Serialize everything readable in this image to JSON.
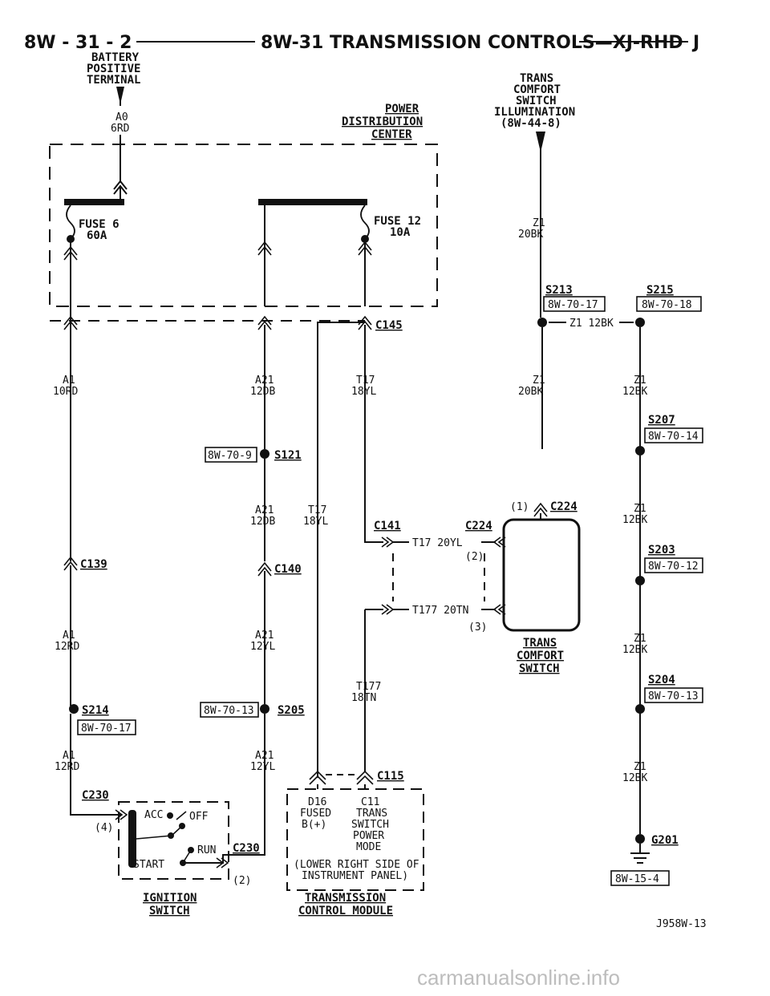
{
  "header": {
    "page_num": "8W - 31 - 2",
    "title": "8W-31 TRANSMISSION CONTROLS—XJ-RHD",
    "letter": "J"
  },
  "components": {
    "battery": [
      "BATTERY",
      "POSITIVE",
      "TERMINAL"
    ],
    "pdc": [
      "POWER",
      "DISTRIBUTION",
      "CENTER"
    ],
    "trans_illum": [
      "TRANS",
      "COMFORT",
      "SWITCH",
      "ILLUMINATION",
      "(8W-44-8)"
    ],
    "fuse6": [
      "FUSE 6",
      "60A"
    ],
    "fuse12": [
      "FUSE 12",
      "10A"
    ],
    "trans_comfort_switch": [
      "TRANS",
      "COMFORT",
      "SWITCH"
    ],
    "ignition_switch": [
      "IGNITION",
      "SWITCH"
    ],
    "tcm": [
      "TRANSMISSION",
      "CONTROL MODULE"
    ],
    "tcm_pins": [
      "D16",
      "FUSED",
      "B(+)",
      "C11",
      "TRANS",
      "SWITCH",
      "POWER",
      "MODE"
    ],
    "tcm_loc": [
      "(LOWER RIGHT SIDE OF",
      "INSTRUMENT PANEL)"
    ],
    "ign_positions": [
      "ACC",
      "OFF",
      "RUN",
      "START"
    ]
  },
  "wires": {
    "a0": [
      "A0",
      "6RD"
    ],
    "a1_top": [
      "A1",
      "10RD"
    ],
    "a1_mid": [
      "A1",
      "12RD"
    ],
    "a1_bot": [
      "A1",
      "12RD"
    ],
    "a21_top": [
      "A21",
      "12DB"
    ],
    "a21_mid": [
      "A21",
      "12DB"
    ],
    "a21_low": [
      "A21",
      "12YL"
    ],
    "a21_bot": [
      "A21",
      "12YL"
    ],
    "t17_top": [
      "T17",
      "18YL"
    ],
    "t17_mid": [
      "T17",
      "18YL"
    ],
    "t17_h": "T17 20YL",
    "t177_h": "T177 20TN",
    "t177_v": [
      "T177",
      "18TN"
    ],
    "z1_top": [
      "Z1",
      "20BK"
    ],
    "z1_h": "Z1 12BK",
    "z1_mid": [
      "Z1",
      "20BK"
    ],
    "z1_r1": [
      "Z1",
      "12BK"
    ],
    "z1_r2": [
      "Z1",
      "12BK"
    ],
    "z1_r3": [
      "Z1",
      "12BK"
    ],
    "z1_r4": [
      "Z1",
      "12BK"
    ]
  },
  "connectors": {
    "c145": "C145",
    "c139": "C139",
    "c140": "C140",
    "c141": "C141",
    "c224a": "C224",
    "c224b": "C224",
    "c115": "C115",
    "c230a": "C230",
    "c230b": "C230",
    "pin1": "(1)",
    "pin2": "(2)",
    "pin3": "(3)",
    "pin4": "(4)",
    "pin2b": "(2)"
  },
  "splices": {
    "s213": "S213",
    "s213_ref": "8W-70-17",
    "s215": "S215",
    "s215_ref": "8W-70-18",
    "s121": "S121",
    "s121_ref": "8W-70-9",
    "s207": "S207",
    "s207_ref": "8W-70-14",
    "s203": "S203",
    "s203_ref": "8W-70-12",
    "s214": "S214",
    "s214_ref": "8W-70-17",
    "s205": "S205",
    "s205_ref": "8W-70-13",
    "s204": "S204",
    "s204_ref": "8W-70-13",
    "g201": "G201",
    "g201_ref": "8W-15-4"
  },
  "figure_id": "J958W-13",
  "watermark": "carmanualsonline.info"
}
